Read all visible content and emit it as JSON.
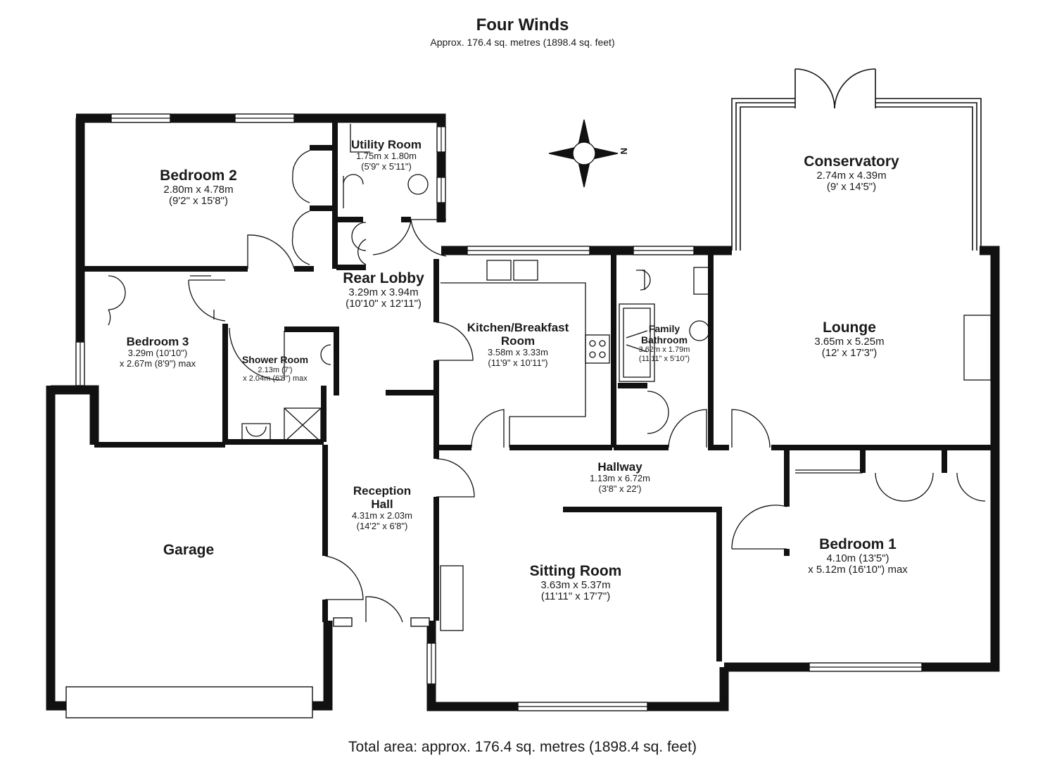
{
  "header": {
    "title": "Four Winds",
    "subtitle": "Approx. 176.4 sq. metres (1898.4 sq. feet)"
  },
  "footer": {
    "total": "Total area: approx. 176.4 sq. metres (1898.4 sq. feet)"
  },
  "compass": {
    "label": "N"
  },
  "rooms": {
    "bedroom2": {
      "name": "Bedroom 2",
      "dim1": "2.80m x 4.78m",
      "dim2": "(9'2\" x 15'8\")"
    },
    "utility": {
      "name": "Utility Room",
      "dim1": "1.75m x 1.80m",
      "dim2": "(5'9\" x 5'11\")"
    },
    "rear_lobby": {
      "name": "Rear Lobby",
      "dim1": "3.29m x 3.94m",
      "dim2": "(10'10\" x 12'11\")"
    },
    "bedroom3": {
      "name": "Bedroom 3",
      "dim1": "3.29m (10'10\")",
      "dim2": "x 2.67m (8'9\") max"
    },
    "shower": {
      "name": "Shower Room",
      "dim1": "2.13m (7')",
      "dim2": "x 2.04m (6'8\") max"
    },
    "kitchen": {
      "name": "Kitchen/Breakfast Room",
      "dim1": "3.58m x 3.33m",
      "dim2": "(11'9\" x 10'11\")"
    },
    "bathroom": {
      "name": "Family Bathroom",
      "dim1": "3.62m x 1.79m",
      "dim2": "(11'11\" x 5'10\")"
    },
    "lounge": {
      "name": "Lounge",
      "dim1": "3.65m x 5.25m",
      "dim2": "(12' x 17'3\")"
    },
    "conservatory": {
      "name": "Conservatory",
      "dim1": "2.74m x 4.39m",
      "dim2": "(9' x 14'5\")"
    },
    "hallway": {
      "name": "Hallway",
      "dim1": "1.13m x 6.72m",
      "dim2": "(3'8\" x 22')"
    },
    "reception": {
      "name": "Reception Hall",
      "dim1": "4.31m x 2.03m",
      "dim2": "(14'2\" x 6'8\")"
    },
    "garage": {
      "name": "Garage"
    },
    "sitting": {
      "name": "Sitting Room",
      "dim1": "3.63m x 5.37m",
      "dim2": "(11'11\" x 17'7\")"
    },
    "bedroom1": {
      "name": "Bedroom 1",
      "dim1": "4.10m (13'5\")",
      "dim2": "x 5.12m (16'10\") max"
    }
  }
}
